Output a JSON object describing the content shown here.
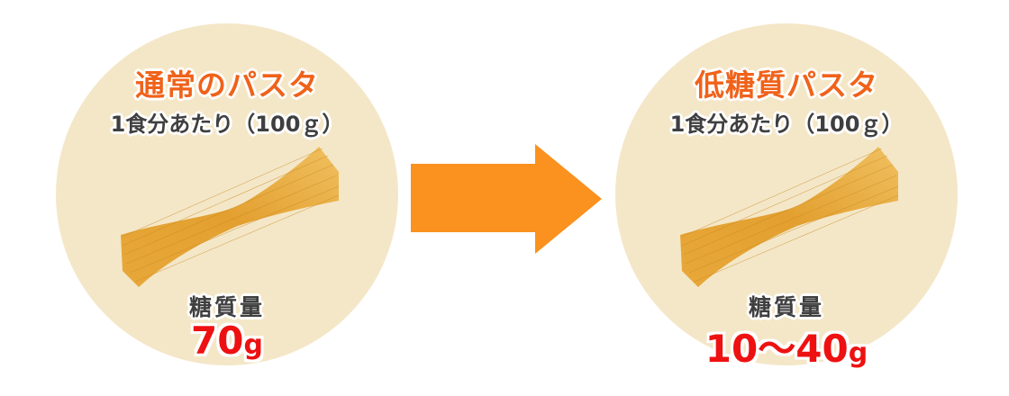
{
  "left": {
    "title": "通常のパスタ",
    "subtitle": "1食分あたり（100ｇ）",
    "label": "糖質量",
    "value": "70",
    "unit": "g",
    "image": "dry-spaghetti-bundle"
  },
  "arrow": {
    "icon": "right-arrow-icon",
    "color": "#fb911e"
  },
  "right": {
    "title": "低糖質パスタ",
    "subtitle": "1食分あたり（100ｇ）",
    "label": "糖質量",
    "value": "10〜40",
    "unit": "g",
    "image": "dry-spaghetti-bundle"
  },
  "colors": {
    "circle": "#f4e7c8",
    "title": "#f0621a",
    "value": "#ee1111",
    "text": "#3f3f3f"
  }
}
